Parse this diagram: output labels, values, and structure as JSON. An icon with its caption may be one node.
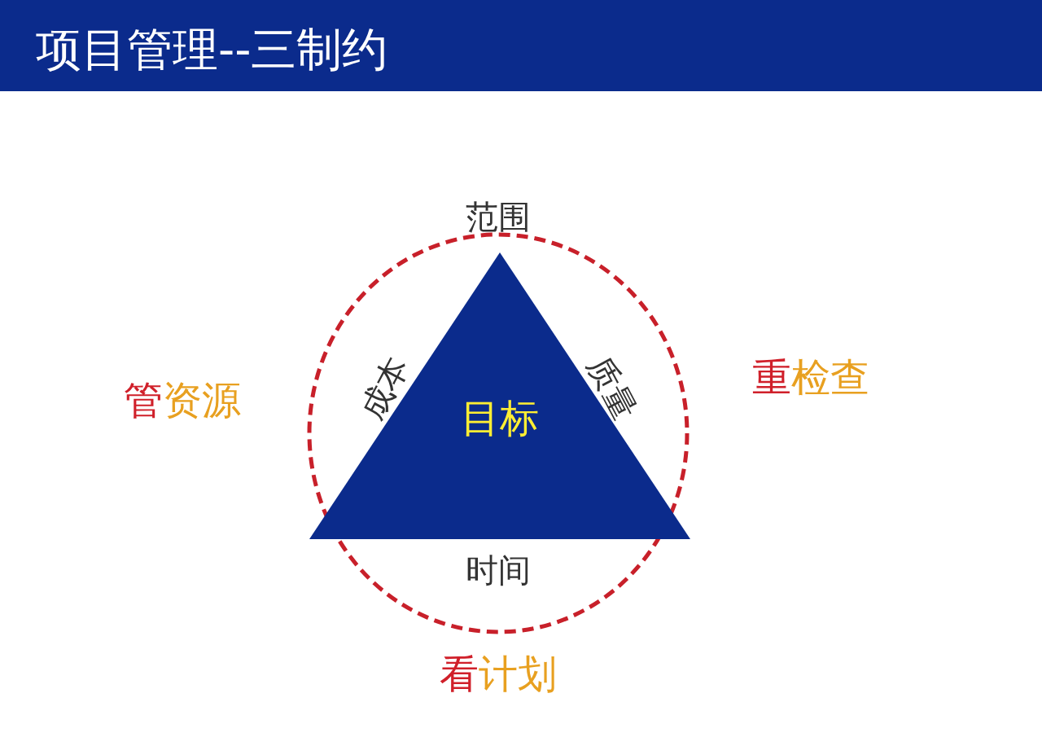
{
  "diagram": {
    "title": "项目管理--三制约",
    "nodes": [
      {
        "text": [],
        "shape": "circle"
      },
      {
        "text": [
          "目标"
        ],
        "in": 0
      }
    ],
    "edges": [],
    "labels": [
      "范围",
      "管资源",
      "成本",
      "质量",
      "重检查",
      "时间",
      "看计划"
    ]
  }
}
